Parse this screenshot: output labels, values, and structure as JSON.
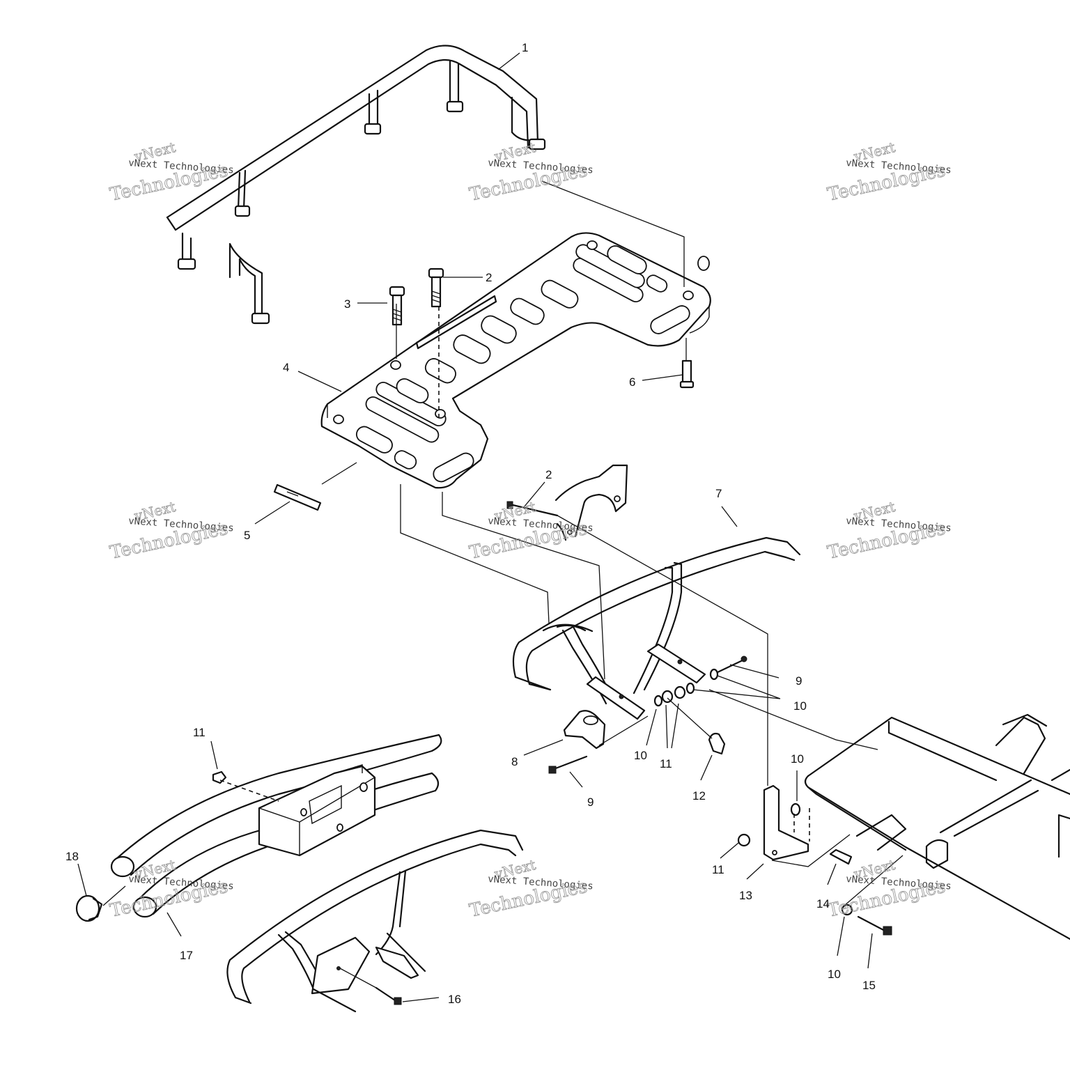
{
  "diagram": {
    "callouts": [
      "1",
      "2",
      "3",
      "4",
      "5",
      "6",
      "2",
      "7",
      "9",
      "10",
      "8",
      "10",
      "11",
      "9",
      "12",
      "11",
      "10",
      "11",
      "13",
      "18",
      "17",
      "16",
      "14",
      "10",
      "15"
    ]
  },
  "watermark": {
    "line1": "vNext",
    "line2": "vNext Technologies",
    "line3": "Technologies"
  },
  "colors": {
    "ink": "#111111",
    "watermark": "#9a9a9a",
    "background": "#ffffff"
  }
}
